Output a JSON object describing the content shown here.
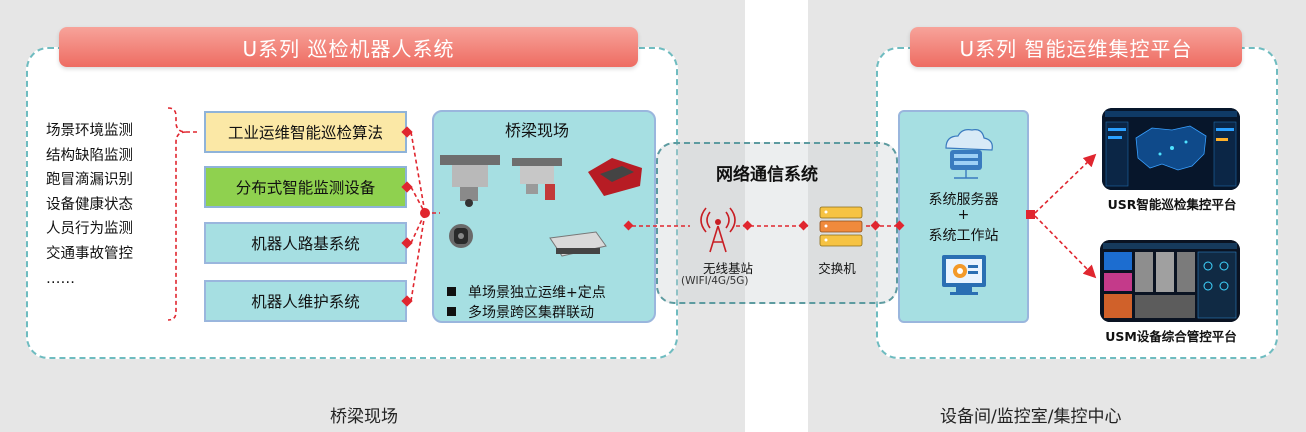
{
  "left_zone": {
    "banner_title": "U系列 巡检机器人系统",
    "footer": "桥梁现场",
    "capabilities": [
      "场景环境监测",
      "结构缺陷监测",
      "跑冒滴漏识别",
      "设备健康状态",
      "人员行为监测",
      "交通事故管控",
      "……"
    ],
    "modules": [
      {
        "label": "工业运维智能巡检算法",
        "color": "#fbe8a6"
      },
      {
        "label": "分布式智能监测设备",
        "color": "#8fd14f"
      },
      {
        "label": "机器人路基系统",
        "color": "#a6dfe2"
      },
      {
        "label": "机器人维护系统",
        "color": "#a6dfe2"
      }
    ],
    "site": {
      "title": "桥梁现场",
      "bullets": [
        "单场景独立运维+定点",
        "多场景跨区集群联动"
      ]
    }
  },
  "network": {
    "title": "网络通信系统",
    "base_station": "无线基站",
    "base_station_sub": "(WIFI/4G/5G)",
    "switch": "交换机"
  },
  "right_zone": {
    "banner_title": "U系列 智能运维集控平台",
    "footer": "设备间/监控室/集控中心",
    "server_label_1": "系统服务器",
    "server_label_2": "+",
    "server_label_3": "系统工作站",
    "platforms": [
      "USR智能巡检集控平台",
      "USM设备综合管控平台"
    ]
  },
  "colors": {
    "connector": "#e0262f",
    "panel_border": "#6fbcc0",
    "banner": "#ee6c62",
    "teal": "#a6dfe2"
  }
}
